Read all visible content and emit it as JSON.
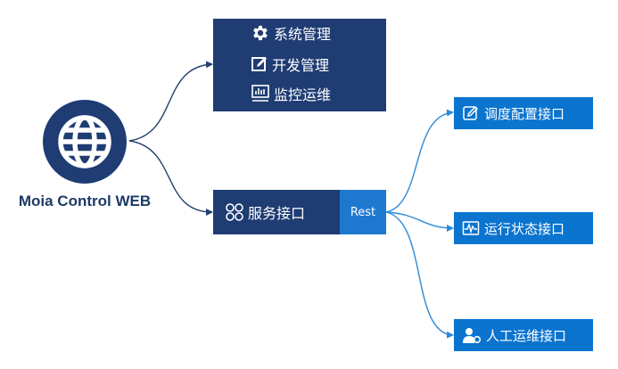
{
  "app": {
    "icon": "globe-icon",
    "label": "Moia Control WEB"
  },
  "management": {
    "items": [
      {
        "icon": "gear-icon",
        "label": "系统管理"
      },
      {
        "icon": "edit-icon",
        "label": "开发管理"
      },
      {
        "icon": "monitor-icon",
        "label": "监控运维"
      }
    ]
  },
  "service": {
    "icon": "cluster-icon",
    "label": "服务接口",
    "protocol": "Rest"
  },
  "apis": [
    {
      "icon": "pencil-icon",
      "label": "调度配置接口"
    },
    {
      "icon": "pulse-icon",
      "label": "运行状态接口"
    },
    {
      "icon": "user-settings-icon",
      "label": "人工运维接口"
    }
  ],
  "colors": {
    "navy": "#1f3c73",
    "blue": "#0a74cf",
    "rest_blue": "#1f78d0",
    "dark_connector": "#24416f",
    "light_connector": "#2a8ad8"
  }
}
